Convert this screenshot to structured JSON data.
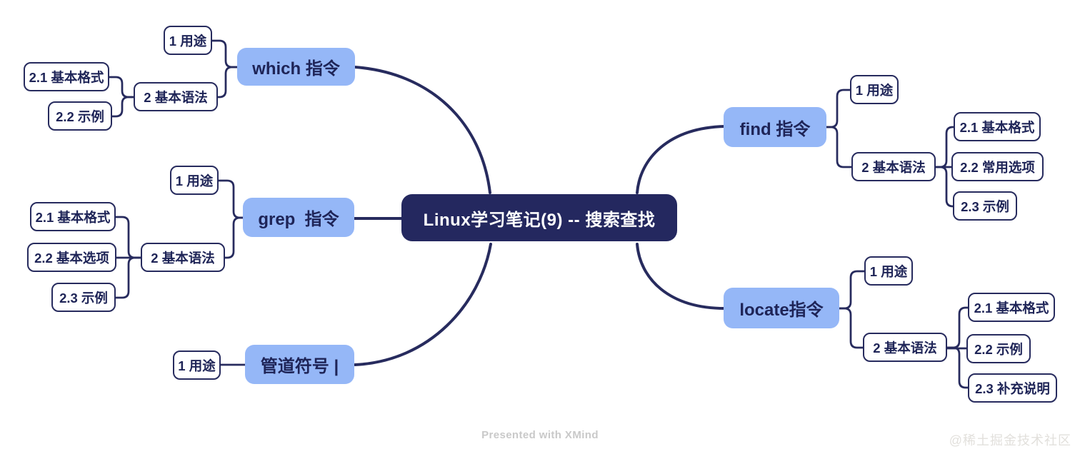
{
  "central": {
    "label": "Linux学习笔记(9) -- 搜索查找"
  },
  "branches": {
    "which": {
      "label": "which 指令",
      "children": {
        "usage": {
          "label": "1 用途"
        },
        "syntax": {
          "label": "2 基本语法",
          "children": {
            "format": {
              "label": "2.1 基本格式"
            },
            "example": {
              "label": "2.2 示例"
            }
          }
        }
      }
    },
    "grep": {
      "label": "grep  指令",
      "children": {
        "usage": {
          "label": "1 用途"
        },
        "syntax": {
          "label": "2 基本语法",
          "children": {
            "format": {
              "label": "2.1 基本格式"
            },
            "options": {
              "label": "2.2 基本选项"
            },
            "example": {
              "label": "2.3 示例"
            }
          }
        }
      }
    },
    "pipe": {
      "label": "管道符号 |",
      "children": {
        "usage": {
          "label": "1 用途"
        }
      }
    },
    "find": {
      "label": "find 指令",
      "children": {
        "usage": {
          "label": "1 用途"
        },
        "syntax": {
          "label": "2 基本语法",
          "children": {
            "format": {
              "label": "2.1 基本格式"
            },
            "options": {
              "label": "2.2 常用选项"
            },
            "example": {
              "label": "2.3 示例"
            }
          }
        }
      }
    },
    "locate": {
      "label": "locate指令",
      "children": {
        "usage": {
          "label": "1 用途"
        },
        "syntax": {
          "label": "2 基本语法",
          "children": {
            "format": {
              "label": "2.1 基本格式"
            },
            "example": {
              "label": "2.2 示例"
            },
            "note": {
              "label": "2.3 补充说明"
            }
          }
        }
      }
    }
  },
  "footer": {
    "caption": "Presented with XMind",
    "watermark": "@稀土掘金技术社区"
  },
  "colors": {
    "background": "#ffffff",
    "central_bg": "#24285f",
    "central_text": "#ffffff",
    "topic_bg": "#95b7f7",
    "topic_text": "#1e2457",
    "subtopic_border": "#272b5e",
    "subtopic_text": "#1e2457",
    "connector": "#272b5e",
    "footer_text": "#c9c9c9",
    "watermark_text": "#e2e0dc"
  }
}
